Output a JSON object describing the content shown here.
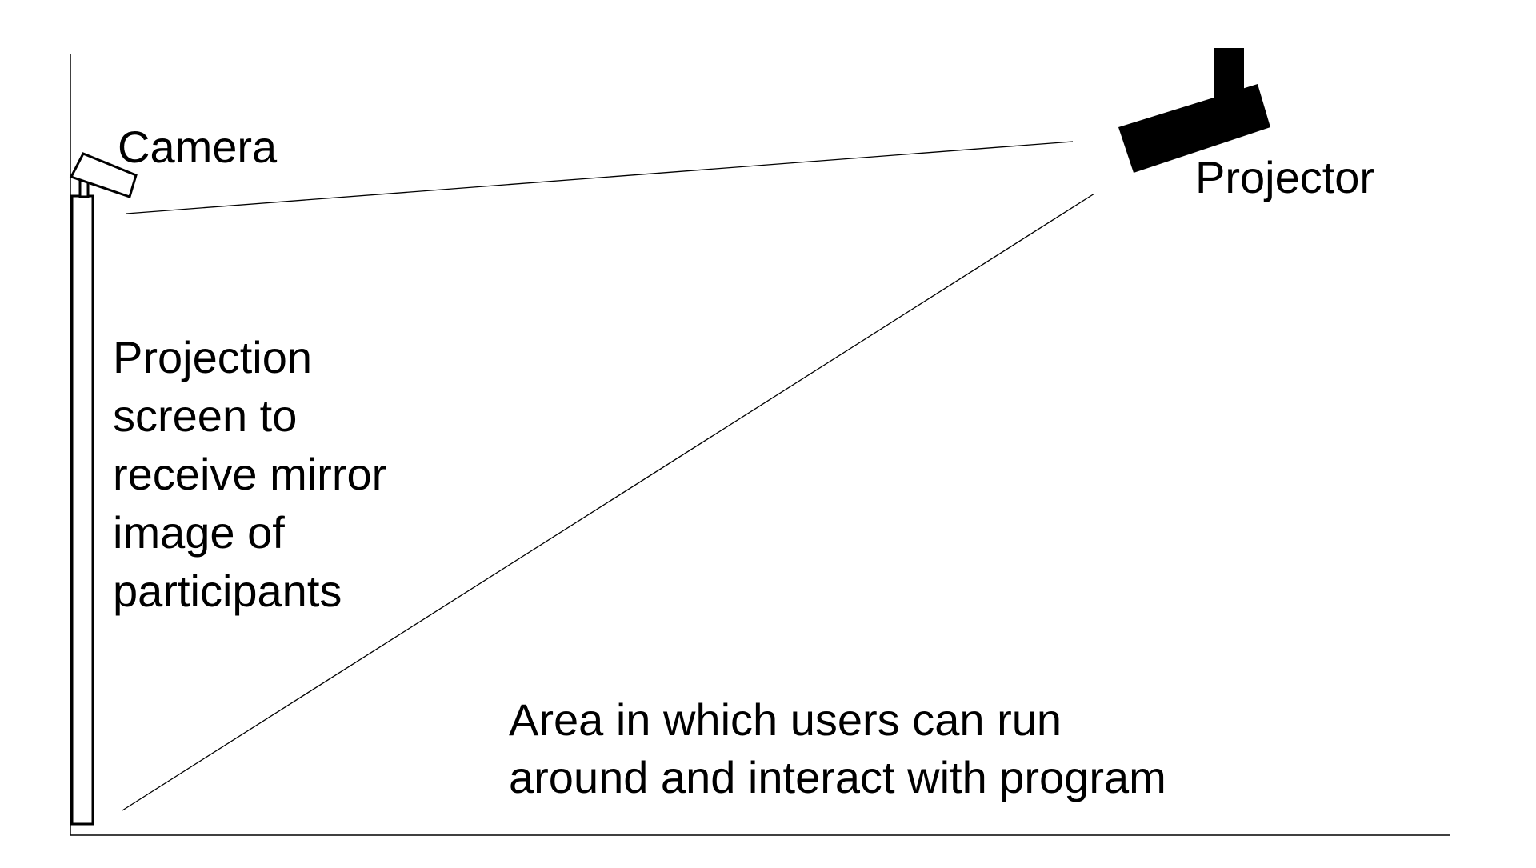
{
  "labels": {
    "camera": "Camera",
    "projector": "Projector",
    "screen": [
      "Projection",
      "screen to",
      "receive mirror",
      "image of",
      "participants"
    ],
    "area": [
      "Area in which users can run",
      "around and interact with program"
    ]
  },
  "colors": {
    "ink": "#000000",
    "background": "#ffffff"
  }
}
